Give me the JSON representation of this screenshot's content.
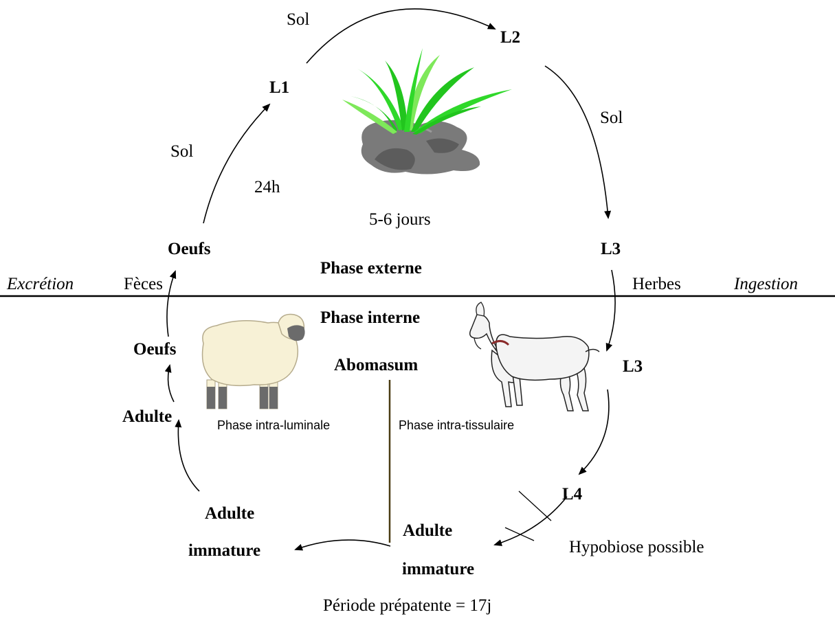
{
  "stages": {
    "l1": "L1",
    "l2": "L2",
    "l3_external": "L3",
    "l3_internal": "L3",
    "l4": "L4",
    "eggs_external": "Oeufs",
    "eggs_internal": "Oeufs",
    "adult": "Adulte",
    "immature_left_line1": "Adulte",
    "immature_left_line2": "immature",
    "immature_center_line1": "Adulte",
    "immature_center_line2": "immature"
  },
  "notes": {
    "sol_top": "Sol",
    "sol_left": "Sol",
    "sol_right": "Sol",
    "duration_24h": "24h",
    "duration_days": "5-6 jours",
    "feces": "Fèces",
    "herbs": "Herbes",
    "hypobiosis": "Hypobiose possible",
    "prepatent_period": "Période prépatente = 17j"
  },
  "phases": {
    "external": "Phase externe",
    "internal": "Phase interne",
    "abomasum": "Abomasum",
    "intra_luminal": "Phase intra-luminale",
    "intra_tissular": "Phase intra-tissulaire"
  },
  "sides": {
    "excretion": "Excrétion",
    "ingestion": "Ingestion"
  },
  "colors": {
    "grass": "#22c51e",
    "grass_light": "#7ee85a",
    "rock": "#7a7a7a",
    "rock_dark": "#5c5c5c",
    "sheep_body": "#f7f1d6",
    "sheep_leg": "#6b6b6b",
    "goat_body": "#f4f4f4",
    "divider": "#4a3c12"
  }
}
